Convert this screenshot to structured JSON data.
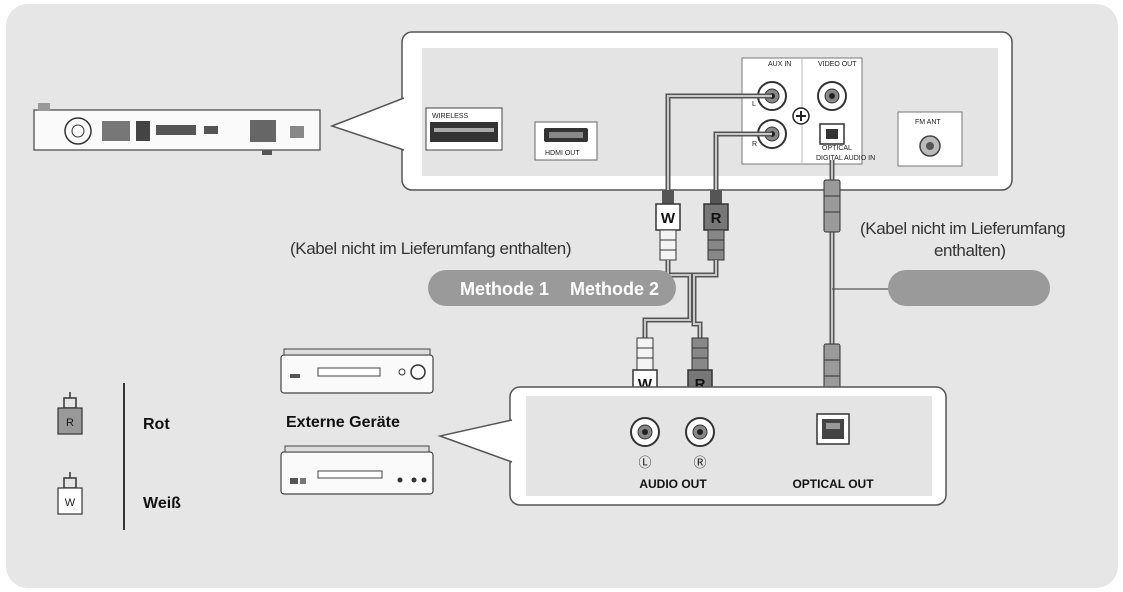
{
  "device_panel": {
    "wireless_label": "WIRELESS",
    "hdmi_out_label": "HDMI OUT",
    "aux_in_label": "AUX IN",
    "aux_left_mark": "L",
    "aux_right_mark": "R",
    "video_out_label": "VIDEO OUT",
    "optical_label": "OPTICAL",
    "digital_audio_in_label": "DIGITAL AUDIO IN",
    "fm_ant_label": "FM ANT"
  },
  "cable_notes": {
    "left": "(Kabel nicht im Lieferumfang enthalten)",
    "right_line1": "(Kabel nicht im Lieferumfang",
    "right_line2": "enthalten)"
  },
  "methods": {
    "method1": "Methode 1",
    "method2": "Methode 2",
    "method2_pill": ""
  },
  "plugs": {
    "white_letter": "W",
    "red_letter": "R"
  },
  "external": {
    "label": "Externe Geräte",
    "audio_out_label": "AUDIO OUT",
    "optical_out_label": "OPTICAL OUT",
    "left_symbol": "Ⓛ",
    "right_symbol": "Ⓡ"
  },
  "legend": {
    "red_label": "Rot",
    "red_letter": "R",
    "white_label": "Weiß",
    "white_letter": "W"
  }
}
